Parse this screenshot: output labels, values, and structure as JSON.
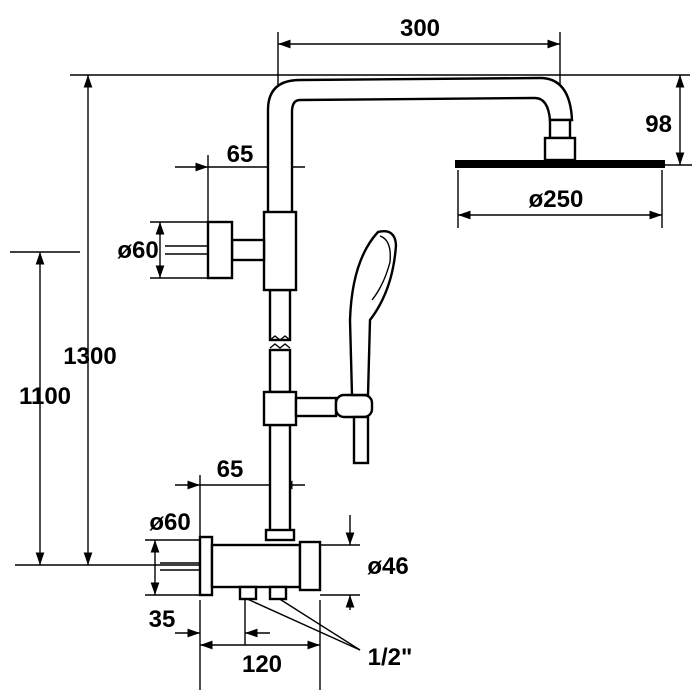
{
  "dimensions": {
    "arm_length": "300",
    "head_height": "98",
    "upper_offset": "65",
    "upper_flange_diameter": "ø60",
    "head_diameter": "ø250",
    "total_height": "1300",
    "mixer_height": "1100",
    "lower_offset": "65",
    "lower_flange_diameter": "ø60",
    "body_diameter": "ø46",
    "wall_offset": "35",
    "connection_spacing": "120",
    "connection_size": "1/2\""
  },
  "colors": {
    "line": "#000000",
    "background": "#ffffff"
  }
}
